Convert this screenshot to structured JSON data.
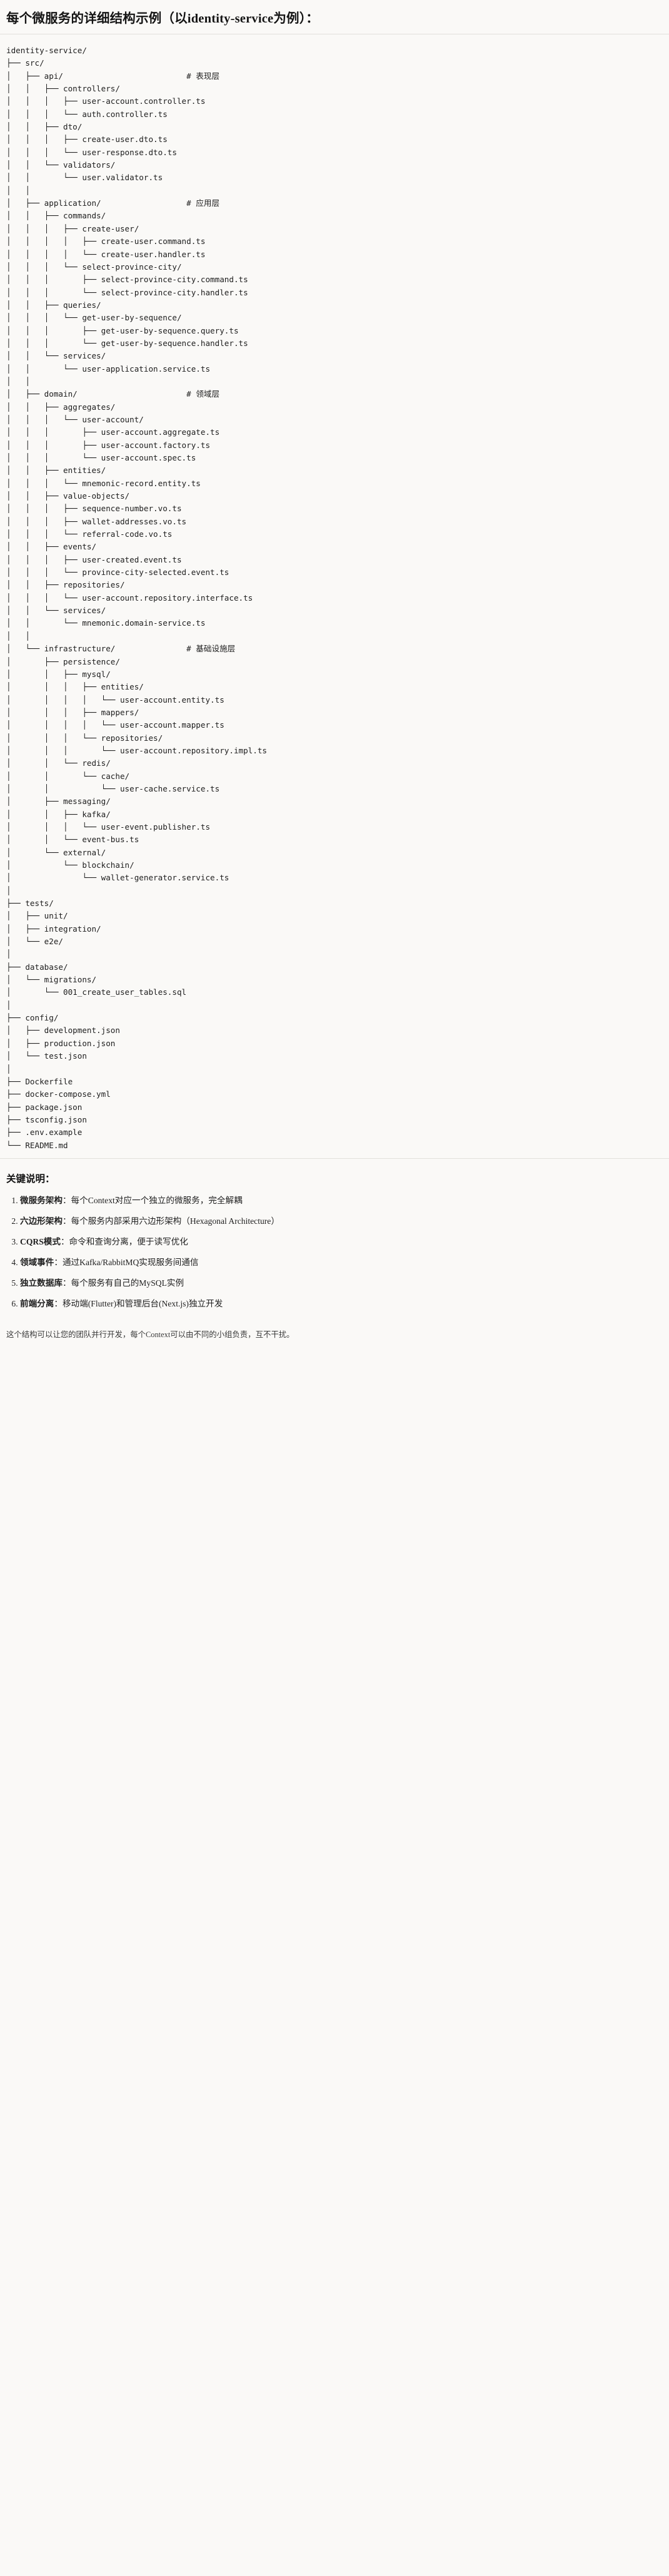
{
  "header": {
    "title": "每个微服务的详细结构示例（以identity-service为例）："
  },
  "tree": {
    "root": "identity-service/",
    "lines": [
      {
        "text": "identity-service/",
        "comment": ""
      },
      {
        "text": "├── src/",
        "comment": ""
      },
      {
        "text": "│   ├── api/",
        "comment": "# 表现层"
      },
      {
        "text": "│   │   ├── controllers/",
        "comment": ""
      },
      {
        "text": "│   │   │   ├── user-account.controller.ts",
        "comment": ""
      },
      {
        "text": "│   │   │   └── auth.controller.ts",
        "comment": ""
      },
      {
        "text": "│   │   ├── dto/",
        "comment": ""
      },
      {
        "text": "│   │   │   ├── create-user.dto.ts",
        "comment": ""
      },
      {
        "text": "│   │   │   └── user-response.dto.ts",
        "comment": ""
      },
      {
        "text": "│   │   └── validators/",
        "comment": ""
      },
      {
        "text": "│   │       └── user.validator.ts",
        "comment": ""
      },
      {
        "text": "│   │",
        "comment": ""
      },
      {
        "text": "│   ├── application/",
        "comment": "# 应用层"
      },
      {
        "text": "│   │   ├── commands/",
        "comment": ""
      },
      {
        "text": "│   │   │   ├── create-user/",
        "comment": ""
      },
      {
        "text": "│   │   │   │   ├── create-user.command.ts",
        "comment": ""
      },
      {
        "text": "│   │   │   │   └── create-user.handler.ts",
        "comment": ""
      },
      {
        "text": "│   │   │   └── select-province-city/",
        "comment": ""
      },
      {
        "text": "│   │   │       ├── select-province-city.command.ts",
        "comment": ""
      },
      {
        "text": "│   │   │       └── select-province-city.handler.ts",
        "comment": ""
      },
      {
        "text": "│   │   ├── queries/",
        "comment": ""
      },
      {
        "text": "│   │   │   └── get-user-by-sequence/",
        "comment": ""
      },
      {
        "text": "│   │   │       ├── get-user-by-sequence.query.ts",
        "comment": ""
      },
      {
        "text": "│   │   │       └── get-user-by-sequence.handler.ts",
        "comment": ""
      },
      {
        "text": "│   │   └── services/",
        "comment": ""
      },
      {
        "text": "│   │       └── user-application.service.ts",
        "comment": ""
      },
      {
        "text": "│   │",
        "comment": ""
      },
      {
        "text": "│   ├── domain/",
        "comment": "# 领域层"
      },
      {
        "text": "│   │   ├── aggregates/",
        "comment": ""
      },
      {
        "text": "│   │   │   └── user-account/",
        "comment": ""
      },
      {
        "text": "│   │   │       ├── user-account.aggregate.ts",
        "comment": ""
      },
      {
        "text": "│   │   │       ├── user-account.factory.ts",
        "comment": ""
      },
      {
        "text": "│   │   │       └── user-account.spec.ts",
        "comment": ""
      },
      {
        "text": "│   │   ├── entities/",
        "comment": ""
      },
      {
        "text": "│   │   │   └── mnemonic-record.entity.ts",
        "comment": ""
      },
      {
        "text": "│   │   ├── value-objects/",
        "comment": ""
      },
      {
        "text": "│   │   │   ├── sequence-number.vo.ts",
        "comment": ""
      },
      {
        "text": "│   │   │   ├── wallet-addresses.vo.ts",
        "comment": ""
      },
      {
        "text": "│   │   │   └── referral-code.vo.ts",
        "comment": ""
      },
      {
        "text": "│   │   ├── events/",
        "comment": ""
      },
      {
        "text": "│   │   │   ├── user-created.event.ts",
        "comment": ""
      },
      {
        "text": "│   │   │   └── province-city-selected.event.ts",
        "comment": ""
      },
      {
        "text": "│   │   ├── repositories/",
        "comment": ""
      },
      {
        "text": "│   │   │   └── user-account.repository.interface.ts",
        "comment": ""
      },
      {
        "text": "│   │   └── services/",
        "comment": ""
      },
      {
        "text": "│   │       └── mnemonic.domain-service.ts",
        "comment": ""
      },
      {
        "text": "│   │",
        "comment": ""
      },
      {
        "text": "│   └── infrastructure/",
        "comment": "# 基础设施层"
      },
      {
        "text": "│       ├── persistence/",
        "comment": ""
      },
      {
        "text": "│       │   ├── mysql/",
        "comment": ""
      },
      {
        "text": "│       │   │   ├── entities/",
        "comment": ""
      },
      {
        "text": "│       │   │   │   └── user-account.entity.ts",
        "comment": ""
      },
      {
        "text": "│       │   │   ├── mappers/",
        "comment": ""
      },
      {
        "text": "│       │   │   │   └── user-account.mapper.ts",
        "comment": ""
      },
      {
        "text": "│       │   │   └── repositories/",
        "comment": ""
      },
      {
        "text": "│       │   │       └── user-account.repository.impl.ts",
        "comment": ""
      },
      {
        "text": "│       │   └── redis/",
        "comment": ""
      },
      {
        "text": "│       │       └── cache/",
        "comment": ""
      },
      {
        "text": "│       │           └── user-cache.service.ts",
        "comment": ""
      },
      {
        "text": "│       ├── messaging/",
        "comment": ""
      },
      {
        "text": "│       │   ├── kafka/",
        "comment": ""
      },
      {
        "text": "│       │   │   └── user-event.publisher.ts",
        "comment": ""
      },
      {
        "text": "│       │   └── event-bus.ts",
        "comment": ""
      },
      {
        "text": "│       └── external/",
        "comment": ""
      },
      {
        "text": "│           └── blockchain/",
        "comment": ""
      },
      {
        "text": "│               └── wallet-generator.service.ts",
        "comment": ""
      },
      {
        "text": "│",
        "comment": ""
      },
      {
        "text": "├── tests/",
        "comment": ""
      },
      {
        "text": "│   ├── unit/",
        "comment": ""
      },
      {
        "text": "│   ├── integration/",
        "comment": ""
      },
      {
        "text": "│   └── e2e/",
        "comment": ""
      },
      {
        "text": "│",
        "comment": ""
      },
      {
        "text": "├── database/",
        "comment": ""
      },
      {
        "text": "│   └── migrations/",
        "comment": ""
      },
      {
        "text": "│       └── 001_create_user_tables.sql",
        "comment": ""
      },
      {
        "text": "│",
        "comment": ""
      },
      {
        "text": "├── config/",
        "comment": ""
      },
      {
        "text": "│   ├── development.json",
        "comment": ""
      },
      {
        "text": "│   ├── production.json",
        "comment": ""
      },
      {
        "text": "│   └── test.json",
        "comment": ""
      },
      {
        "text": "│",
        "comment": ""
      },
      {
        "text": "├── Dockerfile",
        "comment": ""
      },
      {
        "text": "├── docker-compose.yml",
        "comment": ""
      },
      {
        "text": "├── package.json",
        "comment": ""
      },
      {
        "text": "├── tsconfig.json",
        "comment": ""
      },
      {
        "text": "├── .env.example",
        "comment": ""
      },
      {
        "text": "└── README.md",
        "comment": ""
      }
    ],
    "comment_column": 38
  },
  "notes": {
    "title": "关键说明：",
    "items": [
      {
        "term": "微服务架构",
        "desc": "：每个Context对应一个独立的微服务，完全解耦"
      },
      {
        "term": "六边形架构",
        "desc": "：每个服务内部采用六边形架构（Hexagonal Architecture）"
      },
      {
        "term": "CQRS模式",
        "desc": "：命令和查询分离，便于读写优化"
      },
      {
        "term": "领域事件",
        "desc": "：通过Kafka/RabbitMQ实现服务间通信"
      },
      {
        "term": "独立数据库",
        "desc": "：每个服务有自己的MySQL实例"
      },
      {
        "term": "前端分离",
        "desc": "：移动端(Flutter)和管理后台(Next.js)独立开发"
      }
    ],
    "closing": "这个结构可以让您的团队并行开发，每个Context可以由不同的小组负责，互不干扰。"
  }
}
